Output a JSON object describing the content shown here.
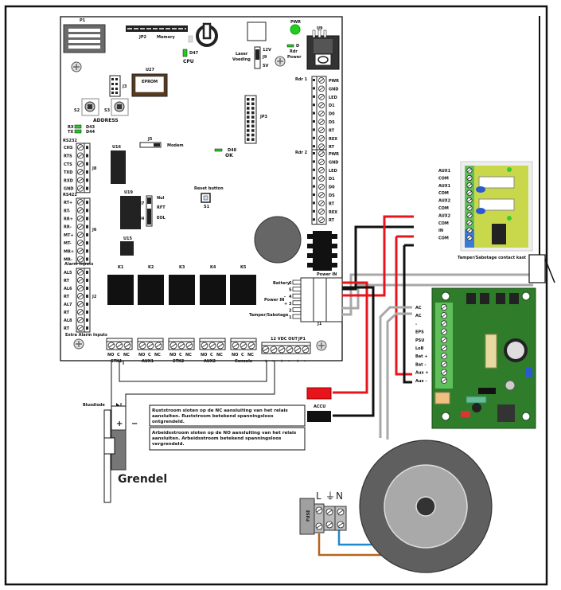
{
  "board": {
    "connectors": {
      "p1": "P1",
      "jp2": "JP2",
      "memory": "Memory",
      "cpu": "CPU",
      "d47": "D47",
      "u27": "U27",
      "eprom": "EPROM",
      "j3": "J3",
      "s2": "S2",
      "s3": "S3",
      "address": "ADDRESS",
      "rx": "RX",
      "tx": "TX",
      "d43": "D43",
      "d44": "D44",
      "pwr": "PWR",
      "u9": "U9",
      "laser_voeding": [
        "Laser",
        "Voeding"
      ],
      "v12": "12V",
      "j9": "J9",
      "v5": "5V",
      "rdr_power": [
        "Rdr",
        "Power"
      ],
      "d": "D",
      "jp3": "JP3",
      "j5": "J5",
      "modem": "Modem",
      "d48": "D48",
      "ok": "OK",
      "u16": "U16",
      "u19": "U19",
      "u15": "U15",
      "j7": "J7",
      "j4": "J4",
      "nul": "Nul",
      "rft": "RFT",
      "eol": "EOL",
      "reset_button": "Reset button",
      "s1": "S1",
      "j8": "J8",
      "j6": "J6",
      "j2": "J2",
      "j1": "J1",
      "power_in": "Power IN",
      "battery": "Battery",
      "tamper": "Tamper/Sabotage",
      "vdc_out": "12 VDC OUT",
      "jp1": "JP1",
      "alarm_inputs": "Alarm Inputs",
      "extra_alarm_inputs": "Extra Alarm Inputs"
    },
    "rs232_label": "RS232",
    "rs232_pins": [
      "CHS",
      "RTS",
      "CTS",
      "TXD",
      "RXD",
      "GND"
    ],
    "rs422_label": "RS422",
    "rs422_pins": [
      "RT+",
      "RT-",
      "RR+",
      "RR-",
      "MT+",
      "MT-",
      "MR+",
      "MR-"
    ],
    "extra_inputs": [
      "AL5",
      "RT",
      "AL6",
      "RT",
      "AL7",
      "RT",
      "AL8",
      "RT"
    ],
    "reader1_label": "Rdr 1",
    "reader2_label": "Rdr 2",
    "reader_pins": [
      "PWR",
      "GND",
      "LED",
      "D1",
      "D0",
      "DS",
      "RT",
      "REX",
      "RT"
    ],
    "relays": [
      "K1",
      "K2",
      "K3",
      "K4",
      "K5"
    ],
    "relay_terminals": [
      "NO",
      "C",
      "NC"
    ],
    "relay_outputs": [
      "STK1",
      "AUX1",
      "STK2",
      "AUX2",
      "Console"
    ],
    "j1_pins": [
      "6",
      "5",
      "4",
      "3",
      "2",
      "1"
    ],
    "j1_signs": [
      "",
      "",
      "-",
      "+",
      "",
      ""
    ],
    "vdc_polarity": [
      "+",
      "-",
      "+",
      "-",
      "+",
      "-"
    ]
  },
  "fuse_board": {
    "terminals": [
      "AUX1",
      "COM",
      "AUX1",
      "COM",
      "AUX2",
      "COM",
      "AUX2",
      "COM",
      "IN",
      "COM"
    ],
    "caption": "Tamper/Sabotage contact kast"
  },
  "psu_board": {
    "terminals": [
      "AC",
      "AC",
      "-",
      "EPS",
      "PSU",
      "LoB",
      "Bat +",
      "Bat -",
      "Aux +",
      "Aux -"
    ]
  },
  "accu_label": "ACCU",
  "lock": {
    "diode_label": "Blusdiode",
    "plus": "+",
    "minus": "−",
    "label": "Grendel"
  },
  "notes": [
    [
      "Ruststroom sloten op de NC aansluiting van het relais",
      "aansluiten. Ruststroom betekend spanningsloos",
      "ontgrendeld."
    ],
    [
      "Arbeidsstroom sloten op de NO aansluiting van het relais",
      "aansluiten. Arbeidsstroom betekend spanningsloos",
      "vergrendeld."
    ]
  ],
  "mains": {
    "fuse": "FUSE",
    "l": "L",
    "earth": "⏚",
    "n": "N"
  },
  "colors": {
    "wire_red": "#e8141c",
    "wire_black": "#111111",
    "wire_grey": "#a8a8a8",
    "wire_blue": "#1e88d0",
    "wire_brown": "#b5651d",
    "led_green": "#22cc22",
    "pcb_green": "#2f7d2a",
    "terminal_green": "#5fbf5a",
    "transformer_outer": "#5f5f5f",
    "transformer_inner": "#a9a9a9"
  }
}
